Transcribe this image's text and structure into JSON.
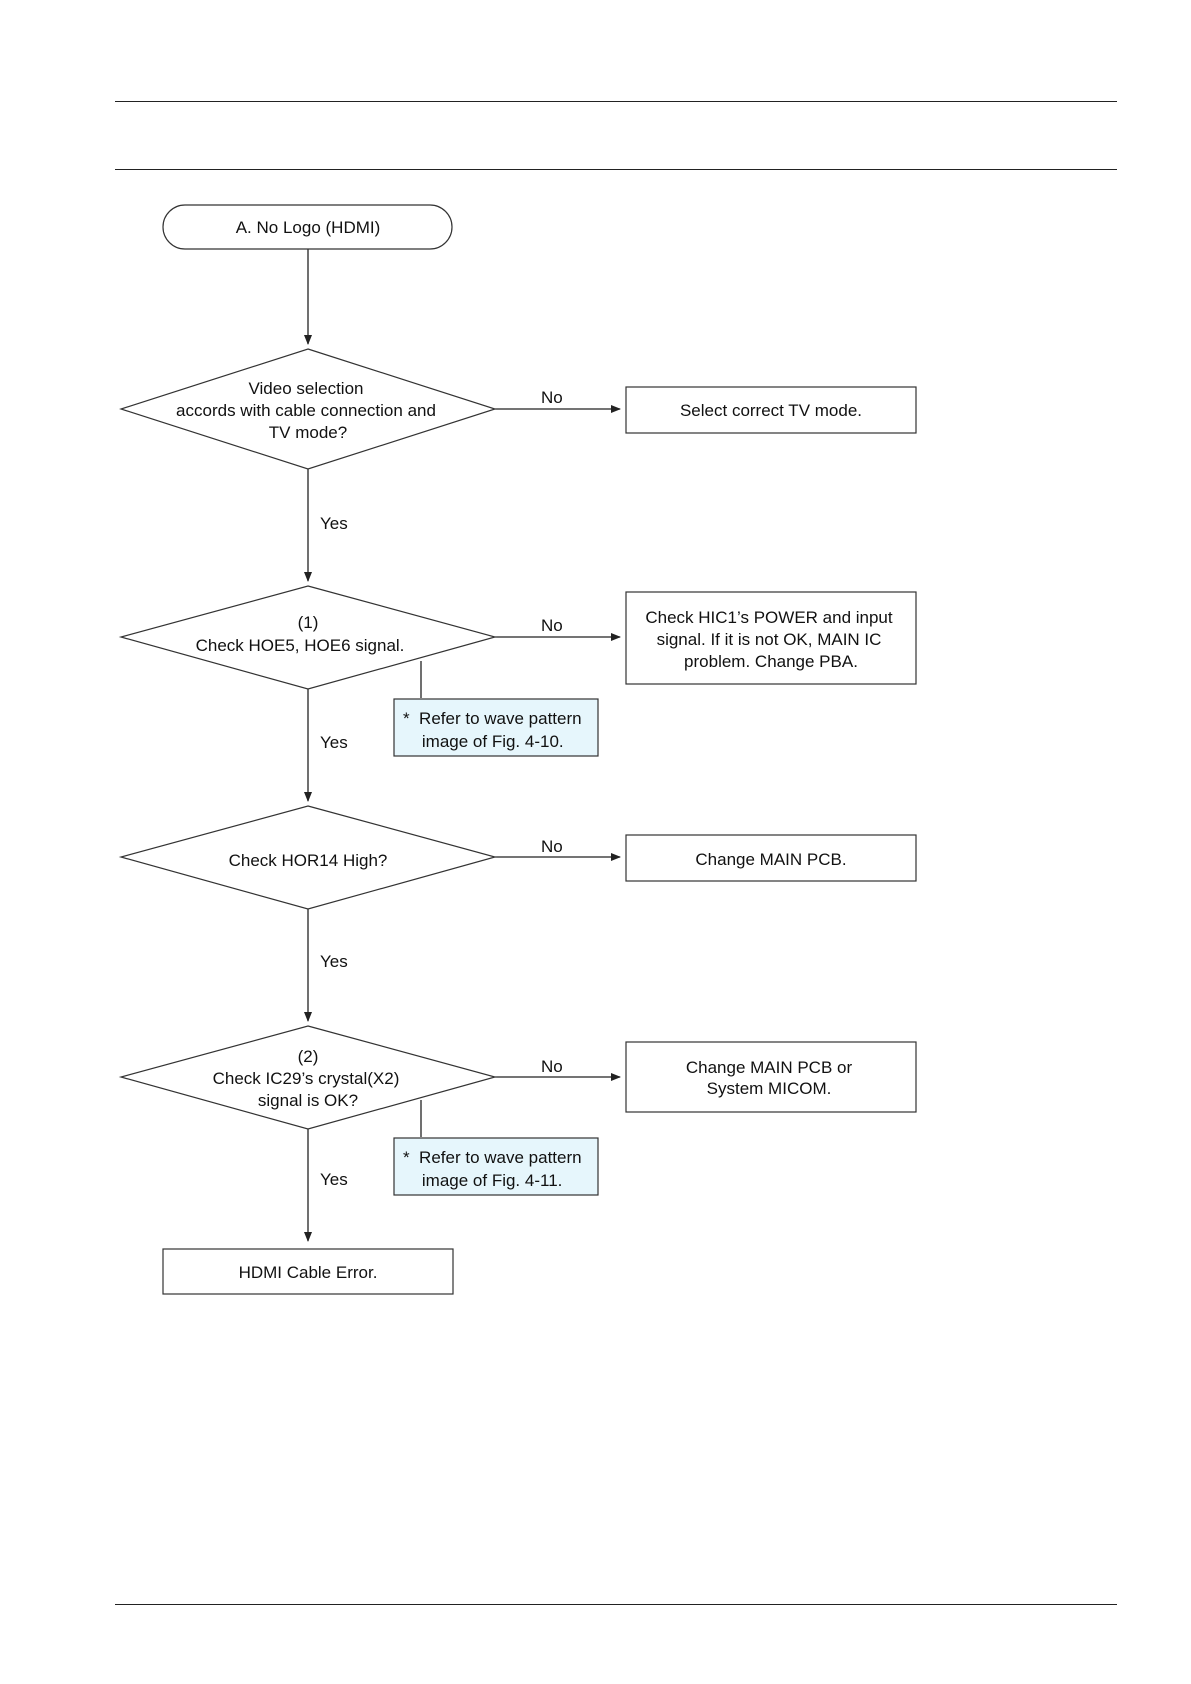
{
  "flowchart": {
    "start": {
      "label": "A. No Logo (HDMI)"
    },
    "decisions": [
      {
        "id": "d1",
        "lines": [
          "Video selection",
          "accords with cable connection and",
          "TV mode?"
        ]
      },
      {
        "id": "d2",
        "lines": [
          "(1)",
          "Check HOE5, HOE6 signal."
        ]
      },
      {
        "id": "d3",
        "lines": [
          "Check HOR14 High?"
        ]
      },
      {
        "id": "d4",
        "lines": [
          "(2)",
          "Check IC29’s crystal(X2)",
          "signal is OK?"
        ]
      }
    ],
    "actions": [
      {
        "id": "a1",
        "lines": [
          "Select correct TV mode."
        ]
      },
      {
        "id": "a2",
        "lines": [
          "Check HIC1’s POWER and input",
          "signal. If it is not OK, MAIN IC",
          "problem. Change PBA."
        ]
      },
      {
        "id": "a3",
        "lines": [
          "Change MAIN PCB."
        ]
      },
      {
        "id": "a4",
        "lines": [
          "Change MAIN PCB or",
          "System MICOM."
        ]
      }
    ],
    "notes": [
      {
        "id": "n1",
        "lines": [
          "*  Refer to wave pattern",
          "    image of Fig. 4-10."
        ]
      },
      {
        "id": "n2",
        "lines": [
          "*  Refer to wave pattern",
          "    image of Fig. 4-11."
        ]
      }
    ],
    "end": {
      "label": "HDMI Cable Error."
    },
    "edge_labels": {
      "yes": "Yes",
      "no": "No"
    },
    "colors": {
      "note_fill": "#e6f6fc",
      "stroke": "#333333"
    }
  }
}
